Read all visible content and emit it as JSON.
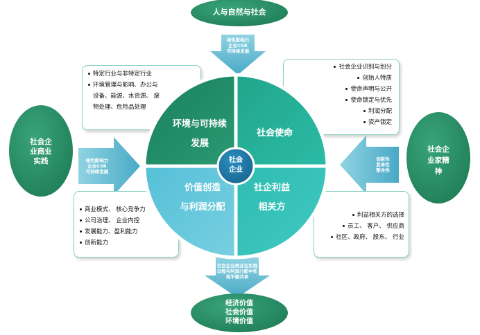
{
  "top_oval": "人与自然与社会",
  "left_oval": [
    "社会企",
    "业商业",
    "实践"
  ],
  "right_oval": [
    "社会企",
    "业家精",
    "神"
  ],
  "bottom_oval": [
    "经济价值",
    "社会价值",
    "环境价值"
  ],
  "top_arrow": [
    "绿色影响力",
    "企业CSR",
    "可持续发展"
  ],
  "left_arrow": [
    "绿色影响力",
    "企业CSR",
    "可持续发展"
  ],
  "right_arrow": [
    "创新性",
    "变革性",
    "整合性"
  ],
  "bottom_arrow": [
    "社会企业商业在实践",
    "过程与利润分配中实",
    "现平衡共享"
  ],
  "center": [
    "社会",
    "企业"
  ],
  "quadrants": {
    "top_left": [
      "环境与可持续",
      "发展"
    ],
    "top_right": [
      "社会使命"
    ],
    "bottom_left": [
      "价值创造",
      "与利润分配"
    ],
    "bottom_right": [
      "社企利益",
      "相关方"
    ]
  },
  "box_top_left": [
    "特定行业与非特定行业",
    "环境管理与影响、办公与",
    "设备、能源、水资源、 废",
    "物处理、危险品处理"
  ],
  "box_top_right": [
    "社会企业识别与划分",
    "创始人特质",
    "使命声明与公开",
    "使命锁定与优先",
    "利润分配",
    "资产锁定"
  ],
  "box_bottom_left": [
    "商业模式、 核心竞争力",
    "公司治理、 企业内控",
    "发展能力、盈利能力",
    "创新能力"
  ],
  "box_bottom_right": [
    "利益相关方的选择",
    "员工、 客户、 供应商",
    "社区、政府、 股东、 行业"
  ],
  "colors": {
    "dark_green": "#1f8a67",
    "teal": "#29b3a8",
    "light_blue": "#5cc3d6",
    "center_blue": "#1f77a8",
    "oval_green": "#27875f",
    "arrow_blue": "#58b7cf",
    "border": "#86cfc3"
  }
}
